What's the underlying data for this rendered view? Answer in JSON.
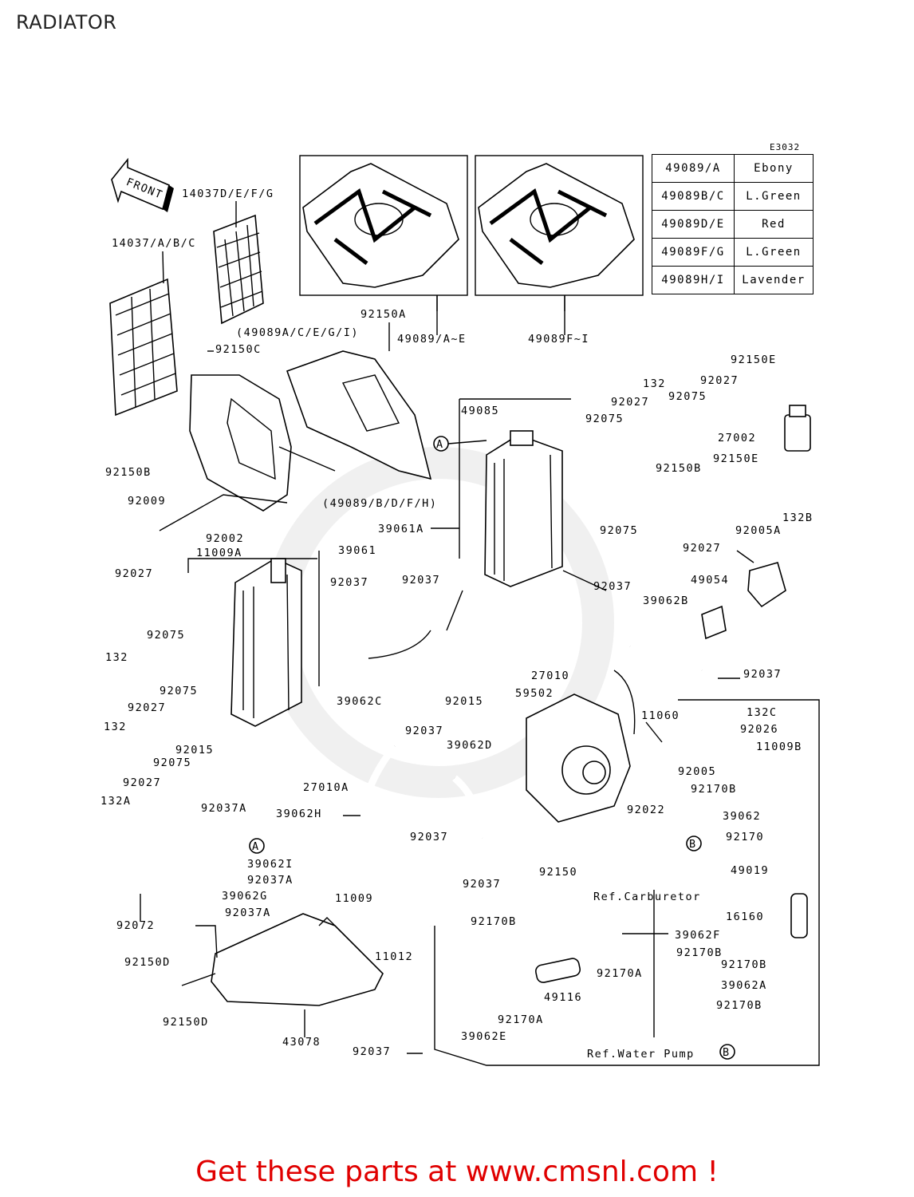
{
  "title": "RADIATOR",
  "diagram_code": "E3032",
  "front_label": "FRONT",
  "footer": "Get these parts at www.cmsnl.com !",
  "accent_color": "#e00000",
  "color_table": [
    {
      "code": "49089/A",
      "color": "Ebony"
    },
    {
      "code": "49089B/C",
      "color": "L.Green"
    },
    {
      "code": "49089D/E",
      "color": "Red"
    },
    {
      "code": "49089F/G",
      "color": "L.Green"
    },
    {
      "code": "49089H/I",
      "color": "Lavender"
    }
  ],
  "labels": {
    "l1": "14037D/E/F/G",
    "l2": "14037/A/B/C",
    "l3": "92150A",
    "l4": "(49089A/C/E/G/I)",
    "l5": "92150C",
    "l6": "49089/A~E",
    "l7": "49089F~I",
    "l8": "132",
    "l9": "92027",
    "l10": "92150E",
    "l11": "92027",
    "l12": "49085",
    "l13": "92075",
    "l14": "92075",
    "l15": "27002",
    "l16": "92150B",
    "l17": "92150B",
    "l18": "92150E",
    "l19": "92009",
    "l20": "(49089/B/D/F/H)",
    "l21": "39061A",
    "l22": "132B",
    "l23": "92002",
    "l24": "92075",
    "l25": "92005A",
    "l26": "11009A",
    "l27": "39061",
    "l28": "92027",
    "l29": "92027",
    "l30": "92037",
    "l31": "92037",
    "l32": "92037",
    "l33": "49054",
    "l34": "39062B",
    "l35": "132",
    "l36": "92075",
    "l37": "27010",
    "l38": "92037",
    "l39": "92075",
    "l40": "39062C",
    "l41": "92015",
    "l42": "59502",
    "l43": "132",
    "l44": "92027",
    "l45": "132C",
    "l46": "11060",
    "l47": "92026",
    "l48": "92037",
    "l49": "92015",
    "l50": "11009B",
    "l51": "39062D",
    "l52": "92075",
    "l53": "27010A",
    "l54": "92005",
    "l55": "92027",
    "l56": "92170B",
    "l57": "132A",
    "l58": "92022",
    "l59": "92037A",
    "l60": "39062",
    "l61": "39062H",
    "l62": "92037",
    "l63": "92170",
    "l64": "39062I",
    "l65": "92037A",
    "l66": "92037",
    "l67": "92150",
    "l68": "49019",
    "l69": "39062G",
    "l70": "Ref.Carburetor",
    "l71": "11009",
    "l72": "92037A",
    "l73": "16160",
    "l74": "92072",
    "l75": "92170B",
    "l76": "11012",
    "l77": "39062F",
    "l78": "92170B",
    "l79": "92150D",
    "l80": "92170A",
    "l81": "92170B",
    "l82": "49116",
    "l83": "39062A",
    "l84": "92150D",
    "l85": "92170A",
    "l86": "92170B",
    "l87": "39062E",
    "l88": "43078",
    "l89": "92037",
    "l90": "Ref.Water Pump"
  },
  "markers": {
    "a": "A",
    "b": "B"
  }
}
